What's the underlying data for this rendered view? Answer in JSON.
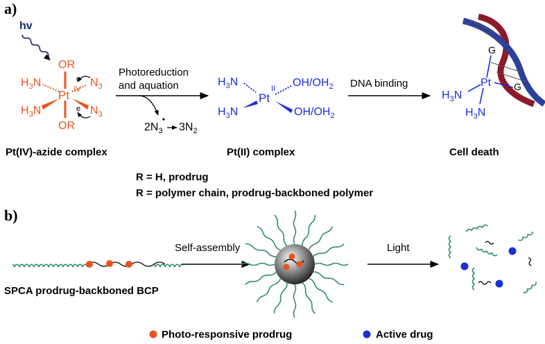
{
  "panel_a": {
    "label": "a)",
    "hv": "hv",
    "step1": {
      "line1": "Photoreduction",
      "line2": "and aquation"
    },
    "byproduct": {
      "left": "2N",
      "left_sub": "3",
      "right": "3N",
      "right_sub": "2"
    },
    "step2": "DNA binding",
    "complex1": {
      "name": "Pt(IV)-azide complex",
      "or_top": "OR",
      "or_bottom": "OR",
      "h3n": "H",
      "h3n_sub": "3",
      "n": "N",
      "n3_sub": "3",
      "pt": "Pt",
      "ox": "IV",
      "e": "e"
    },
    "complex2": {
      "name": "Pt(II) complex",
      "ligand": "OH/OH",
      "ligand_sub": "2",
      "pt": "Pt",
      "ox": "II"
    },
    "complex3": {
      "name": "Cell death",
      "g": "G",
      "pt": "Pt"
    },
    "r_def1": "R = H, prodrug",
    "r_def2": "R = polymer chain, prodrug-backboned polymer"
  },
  "panel_b": {
    "label": "b)",
    "step1": "Self-assembly",
    "step2": "Light",
    "polymer_name": "SPCA prodrug-backboned BCP",
    "legend": {
      "orange": "Photo-responsive prodrug",
      "blue": "Active drug"
    }
  },
  "colors": {
    "orange": "#e8541e",
    "blue": "#1a2fd6",
    "green": "#2e8b6e",
    "dna_red": "#8b1a2a",
    "dna_blue": "#2b3f9c"
  }
}
